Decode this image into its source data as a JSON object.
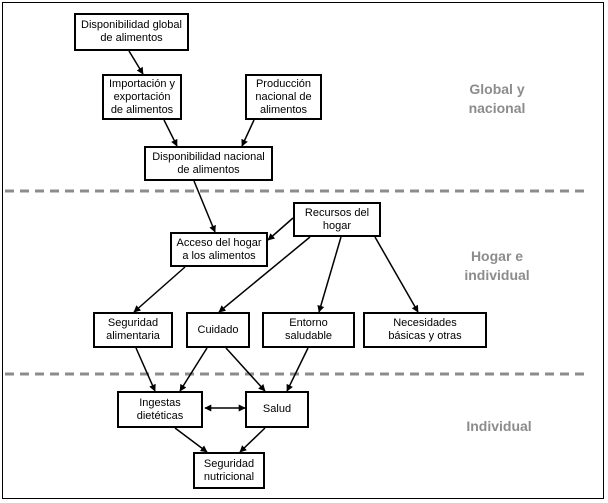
{
  "levels": [
    {
      "id": "global",
      "label": "Global y\nnacional"
    },
    {
      "id": "hogar",
      "label": "Hogar e\nindividual"
    },
    {
      "id": "individual",
      "label": "Individual"
    }
  ],
  "boxes": [
    {
      "id": "disp-global",
      "label": "Disponibilidad global\nde alimentos"
    },
    {
      "id": "import-export",
      "label": "Importación y\nexportación\nde alimentos"
    },
    {
      "id": "produccion",
      "label": "Producción\nnacional de\nalimentos"
    },
    {
      "id": "disp-nacional",
      "label": "Disponibilidad nacional\nde alimentos"
    },
    {
      "id": "recursos",
      "label": "Recursos del\nhogar"
    },
    {
      "id": "acceso",
      "label": "Acceso del hogar\na los alimentos"
    },
    {
      "id": "seg-alimentaria",
      "label": "Seguridad\nalimentaria"
    },
    {
      "id": "cuidado",
      "label": "Cuidado"
    },
    {
      "id": "entorno",
      "label": "Entorno\nsaludable"
    },
    {
      "id": "necesidades",
      "label": "Necesidades\nbásicas y otras"
    },
    {
      "id": "ingestas",
      "label": "Ingestas\ndietéticas"
    },
    {
      "id": "salud",
      "label": "Salud"
    },
    {
      "id": "seg-nutricional",
      "label": "Seguridad\nnutricional"
    }
  ],
  "arrows": [
    {
      "from": "disp-global",
      "to": "import-export"
    },
    {
      "from": "import-export",
      "to": "disp-nacional"
    },
    {
      "from": "produccion",
      "to": "disp-nacional"
    },
    {
      "from": "disp-nacional",
      "to": "acceso"
    },
    {
      "from": "recursos",
      "to": "acceso"
    },
    {
      "from": "recursos",
      "to": "cuidado"
    },
    {
      "from": "recursos",
      "to": "entorno"
    },
    {
      "from": "recursos",
      "to": "necesidades"
    },
    {
      "from": "acceso",
      "to": "seg-alimentaria"
    },
    {
      "from": "seg-alimentaria",
      "to": "ingestas"
    },
    {
      "from": "cuidado",
      "to": "ingestas"
    },
    {
      "from": "cuidado",
      "to": "salud"
    },
    {
      "from": "entorno",
      "to": "salud"
    },
    {
      "from": "ingestas",
      "to": "salud",
      "bidirectional": true
    },
    {
      "from": "ingestas",
      "to": "seg-nutricional"
    },
    {
      "from": "salud",
      "to": "seg-nutricional"
    }
  ]
}
